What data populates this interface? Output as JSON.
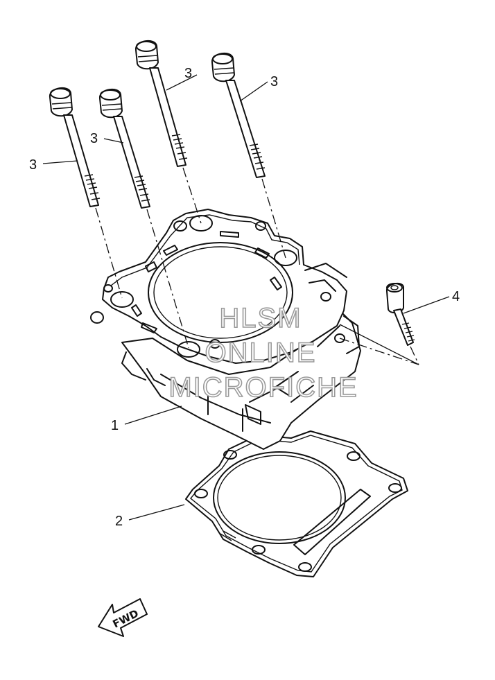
{
  "callouts": {
    "p1": "1",
    "p2": "2",
    "p3a": "3",
    "p3b": "3",
    "p3c": "3",
    "p3d": "3",
    "p4": "4"
  },
  "watermark": {
    "line1": "HLSM",
    "line2": "ONLINE",
    "line3": "MICROFICHE"
  },
  "fwd_label": "FWD",
  "colors": {
    "ink": "#111111",
    "watermark_stroke": "#9a9a9a",
    "background": "#ffffff"
  }
}
